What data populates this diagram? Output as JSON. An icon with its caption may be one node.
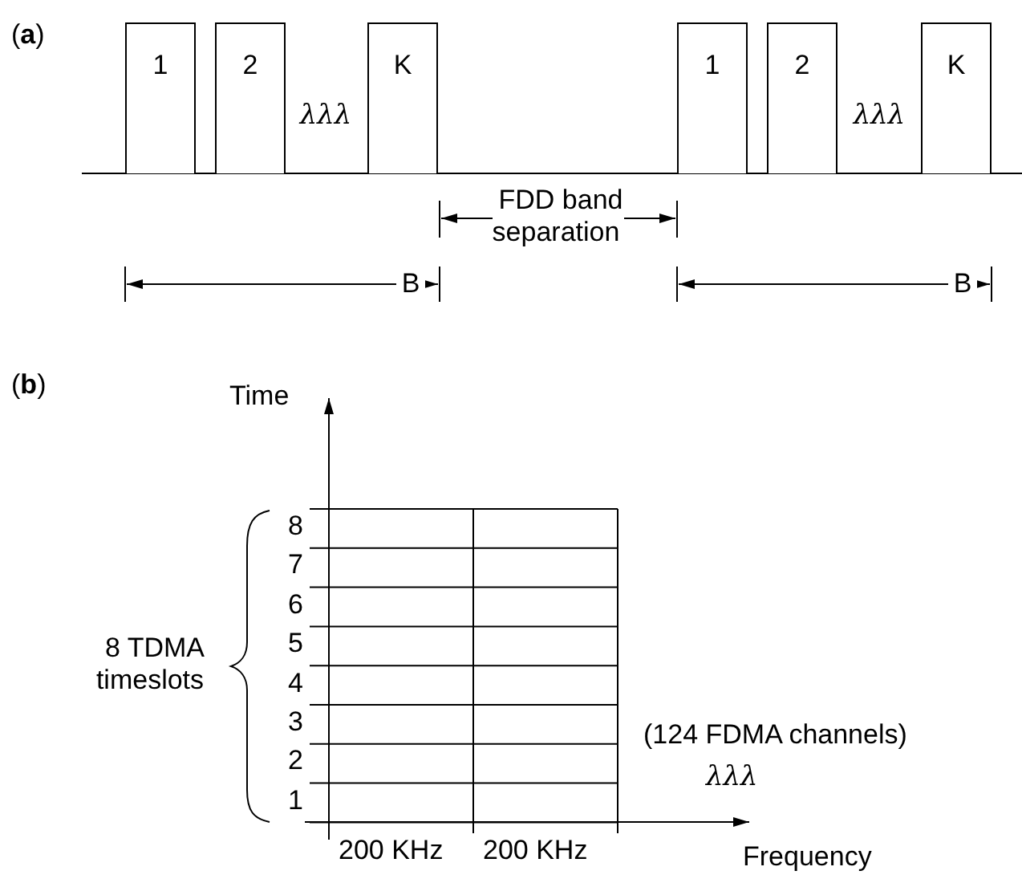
{
  "diagram": {
    "nodes": [
      {
        "text": [
          "1"
        ]
      },
      {
        "text": [
          "2"
        ]
      },
      {
        "text": [
          "K"
        ]
      },
      {
        "text": [
          "1"
        ]
      },
      {
        "text": [
          "2"
        ]
      },
      {
        "text": [
          "K"
        ]
      }
    ],
    "labels": [
      "(**a**)",
      "λλλ",
      "λλλ",
      "FDD band separation",
      "B",
      "B",
      "(**b**)",
      "Time",
      "8 TDMA timeslots",
      "8",
      "7",
      "6",
      "5",
      "4",
      "3",
      "2",
      "1",
      "(124 FDMA channels)",
      "λλλ",
      "200 KHz",
      "200 KHz",
      "Frequency"
    ]
  }
}
